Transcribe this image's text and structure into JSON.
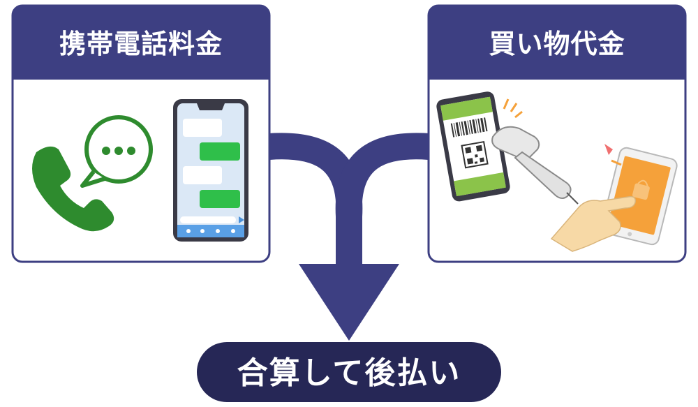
{
  "left_card": {
    "title": "携帯電話料金"
  },
  "right_card": {
    "title": "買い物代金"
  },
  "result": {
    "label": "合算して後払い"
  },
  "colors": {
    "primary": "#3d3f82",
    "dark_navy": "#262756",
    "phone_green": "#2e8b2e",
    "chat_green": "#2fbf4a",
    "screen_blue": "#dbe8f6",
    "tablet_orange": "#f5a13a",
    "hand_skin": "#f7d9a6"
  },
  "icons": {
    "phone": "phone-handset-icon",
    "speech": "speech-bubble-icon",
    "smartphone": "smartphone-chat-icon",
    "barcode_phone": "barcode-smartphone-icon",
    "scanner": "barcode-scanner-icon",
    "tablet": "shopping-tablet-icon",
    "arrow": "merge-arrow-icon"
  }
}
